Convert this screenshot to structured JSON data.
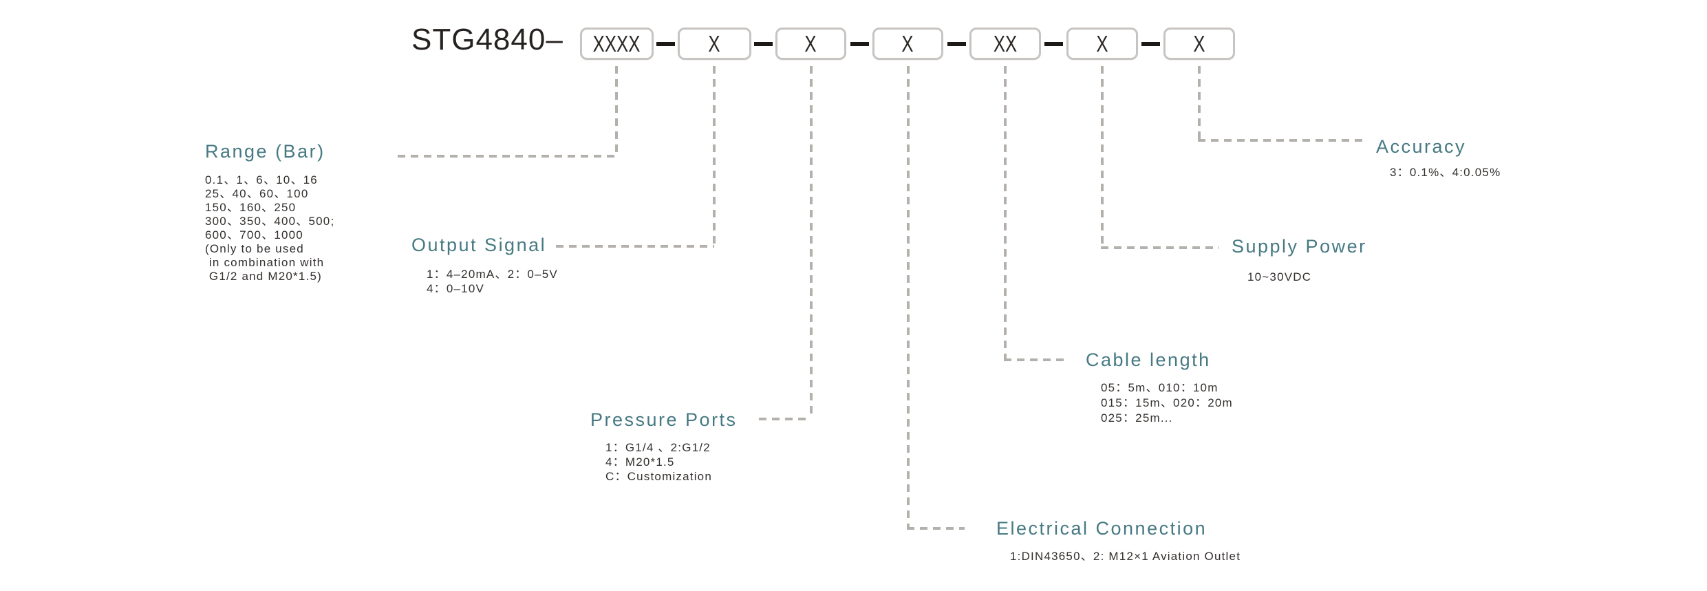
{
  "header": {
    "model": "STG4840–"
  },
  "colors": {
    "heading_accent": "#467982",
    "body_text": "#33302e",
    "title_text": "#262220",
    "connector_dash": "#b4b1ad",
    "box_border": "#c7c4c1",
    "separator_dash": "#1b1816",
    "background": "#ffffff"
  },
  "fields": [
    {
      "id": "range",
      "box": "XXXX",
      "title": "Range (Bar)",
      "lines": [
        "0.1、1、6、10、16",
        "25、40、60、100",
        "150、160、250",
        "300、350、400、500;",
        "600、700、1000",
        "(Only to be used",
        " in combination with",
        " G1/2 and M20*1.5)"
      ]
    },
    {
      "id": "output-signal",
      "box": "X",
      "title": "Output Signal",
      "lines": [
        "1：4–20mA、2：0–5V",
        "4：0–10V"
      ]
    },
    {
      "id": "pressure-ports",
      "box": "X",
      "title": "Pressure Ports",
      "lines": [
        "1：G1/4 、2:G1/2",
        "4：M20*1.5",
        "C：Customization"
      ]
    },
    {
      "id": "electrical-connection",
      "box": "X",
      "title": "Electrical Connection",
      "lines": [
        "1:DIN43650、2: M12×1 Aviation Outlet"
      ]
    },
    {
      "id": "cable-length",
      "box": "XX",
      "title": "Cable length",
      "lines": [
        "05：5m、010：10m",
        "015：15m、020：20m",
        "025：25m..."
      ]
    },
    {
      "id": "supply-power",
      "box": "X",
      "title": "Supply Power",
      "lines": [
        "10~30VDC"
      ]
    },
    {
      "id": "accuracy",
      "box": "X",
      "title": "Accuracy",
      "lines": [
        "3：0.1%、4:0.05%"
      ]
    }
  ]
}
